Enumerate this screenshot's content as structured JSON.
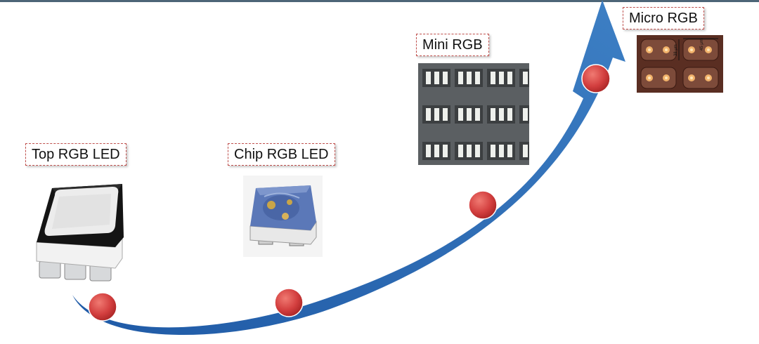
{
  "stages": [
    {
      "label": "Top RGB LED",
      "icon": "top-rgb-led-photo"
    },
    {
      "label": "Chip RGB LED",
      "icon": "chip-rgb-led-photo"
    },
    {
      "label": "Mini RGB",
      "icon": "mini-rgb-micrograph"
    },
    {
      "label": "Micro RGB",
      "icon": "micro-rgb-micrograph"
    }
  ],
  "micro_rgb_annotations": [
    "38 μm",
    "45 μm"
  ],
  "colors": {
    "arrow": "#2f6db5",
    "milestone": "#d33f3f",
    "label_border": "#c0504d",
    "top_rule": "#4d6577"
  }
}
